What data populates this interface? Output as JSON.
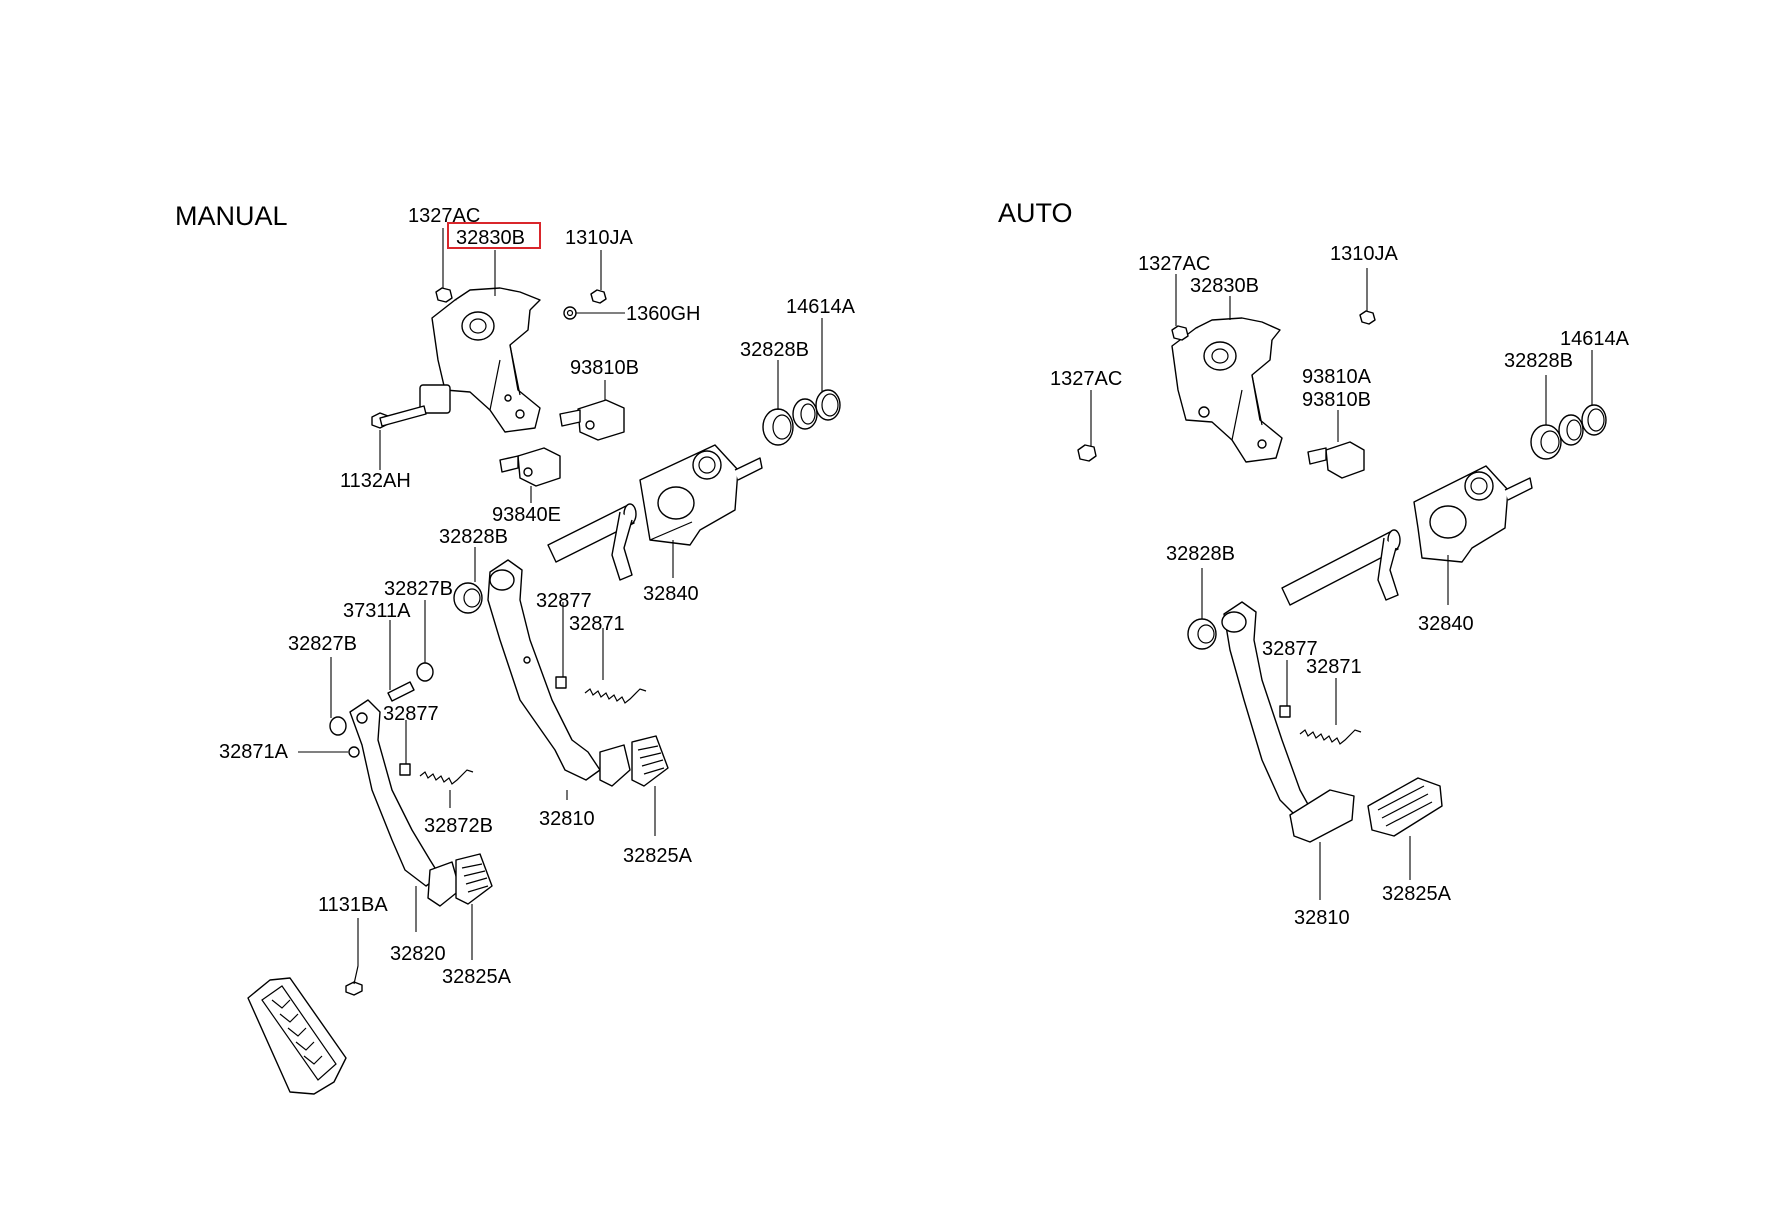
{
  "colors": {
    "line": "#000000",
    "highlight": "#d9262b",
    "background": "#ffffff"
  },
  "sections": {
    "manual": {
      "title": "MANUAL",
      "labels": {
        "l1327ac": "1327AC",
        "l32830b": "32830B",
        "l1310ja": "1310JA",
        "l1360gh": "1360GH",
        "l14614a": "14614A",
        "l32828b_top": "32828B",
        "l93810b": "93810B",
        "l1132ah": "1132AH",
        "l93840e": "93840E",
        "l32828b_mid": "32828B",
        "l32840": "32840",
        "l32827b_a": "32827B",
        "l37311a": "37311A",
        "l32827b_b": "32827B",
        "l32877_a": "32877",
        "l32871": "32871",
        "l32877_b": "32877",
        "l32871a": "32871A",
        "l32872b": "32872B",
        "l32810": "32810",
        "l32825a_a": "32825A",
        "l1131ba": "1131BA",
        "l32820": "32820",
        "l32825a_b": "32825A"
      }
    },
    "auto": {
      "title": "AUTO",
      "labels": {
        "l1327ac_a": "1327AC",
        "l32830b": "32830B",
        "l1310ja": "1310JA",
        "l14614a": "14614A",
        "l1327ac_b": "1327AC",
        "l93810a": "93810A",
        "l93810b": "93810B",
        "l32828b_top": "32828B",
        "l32828b_mid": "32828B",
        "l32840": "32840",
        "l32877": "32877",
        "l32871": "32871",
        "l32825a": "32825A",
        "l32810": "32810"
      }
    }
  },
  "highlighted_part": "32830B"
}
